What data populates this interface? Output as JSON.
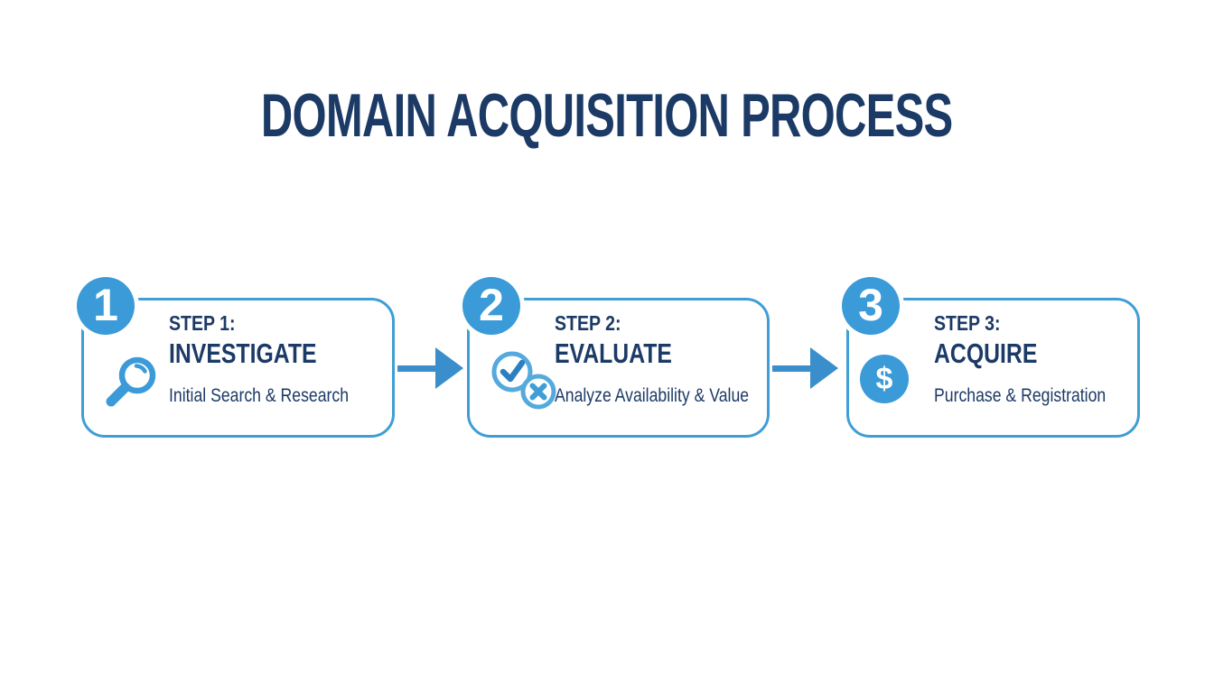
{
  "title": "DOMAIN ACQUISITION PROCESS",
  "colors": {
    "navy": "#1c3a66",
    "blue": "#3f9ed6",
    "badge_blue": "#3b9bd8",
    "arrow_blue": "#3a8ecb",
    "icon_light_blue": "#55aadd",
    "check_blue": "#2e7fc2",
    "background": "#ffffff"
  },
  "steps": [
    {
      "number": "1",
      "label": "STEP 1:",
      "name": "INVESTIGATE",
      "description": "Initial Search & Research",
      "icon": "magnifier-icon"
    },
    {
      "number": "2",
      "label": "STEP 2:",
      "name": "EVALUATE",
      "description": "Analyze Availability & Value",
      "icon": "check-x-icon"
    },
    {
      "number": "3",
      "label": "STEP 3:",
      "name": "ACQUIRE",
      "description": "Purchase & Registration",
      "icon": "dollar-icon",
      "icon_glyph": "$"
    }
  ]
}
